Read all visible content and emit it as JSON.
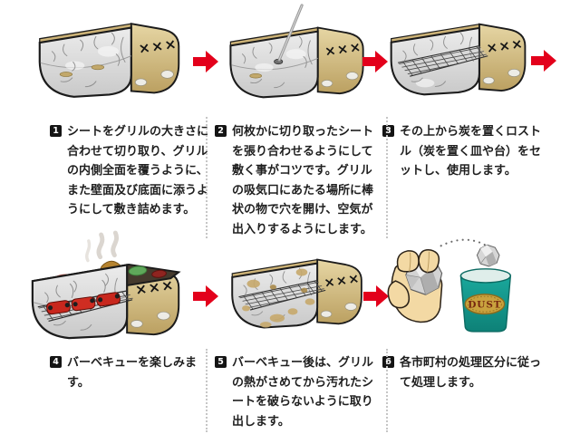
{
  "page": {
    "background": "#ffffff"
  },
  "labels": {
    "grill_marking": "×××",
    "dust_bin": "DUST"
  },
  "colors": {
    "arrow_red": "#e3001b",
    "grill_tan": "#d6c28c",
    "foil_gray": "#dadada",
    "bin_teal": "#14998e",
    "label_gold": "#c9a23e",
    "text": "#1f1f1f"
  },
  "steps": [
    {
      "num": "1",
      "text": "シートをグリルの大きさに合わせて切り取り、グリルの内側全面を覆うように、また壁面及び底面に添うようにして敷き詰めます。"
    },
    {
      "num": "2",
      "text": "何枚かに切り取ったシートを張り合わせるようにして敷く事がコツです。グリルの吸気口にあたる場所に棒状の物で穴を開け、空気が出入りするようにします。"
    },
    {
      "num": "3",
      "text": "その上から炭を置くロストル（炭を置く皿や台）をセットし、使用します。"
    },
    {
      "num": "4",
      "text": "バーベキューを楽しみます。"
    },
    {
      "num": "5",
      "text": "バーベキュー後は、グリルの熱がさめてから汚れたシートを破らないように取り出します。"
    },
    {
      "num": "6",
      "text": "各市町村の処理区分に従って処理します。"
    }
  ]
}
